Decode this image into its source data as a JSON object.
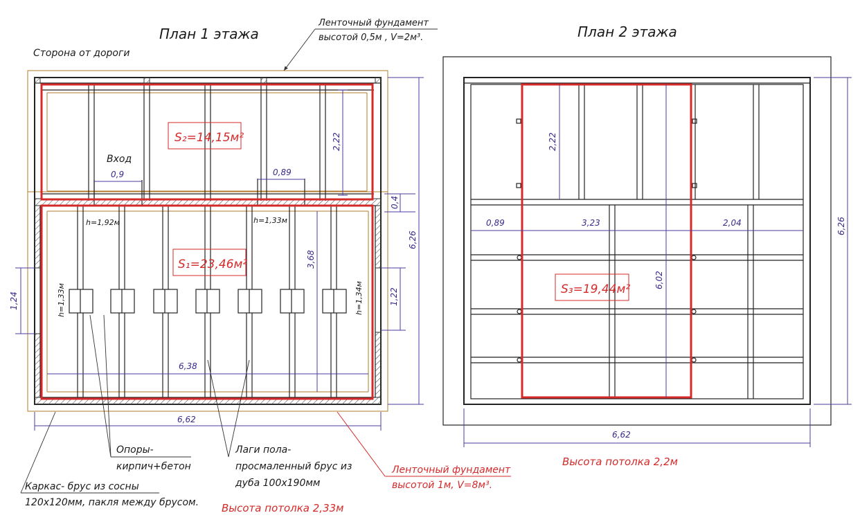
{
  "colors": {
    "ink": "#222222",
    "dimension": "#4b3aa0",
    "accent_red": "#d42a2a",
    "foundation_outline": "#b07a2a"
  },
  "plan1": {
    "title": "План 1 этажа",
    "road_side_label": "Сторона от дороги",
    "foundation_label_line1": "Ленточный фундамент",
    "foundation_label_line2": "высотой 0,5м , V=2м³.",
    "area_s2": "S₂=14,15м²",
    "area_s1": "S₁=23,46м²",
    "entrance_label": "Вход",
    "dims": {
      "entrance_width": "0,9",
      "opening_width": "0,89",
      "upper_depth": "2,22",
      "strip_width": "0,4",
      "overall_depth": "6,26",
      "lower_depth": "3,68",
      "left_wall": "1,24",
      "right_wall": "1,22",
      "inner_width": "6,38",
      "overall_width": "6,62"
    },
    "heights": {
      "h_left_top": "h=1,92м",
      "h_right_top": "h=1,33м",
      "h_left_side": "h=1,33м",
      "h_right_side": "h=1,34м"
    },
    "notes": {
      "supports_line1": "Опоры-",
      "supports_line2": "кирпич+бетон",
      "joists_line1": "Лаги пола-",
      "joists_line2": "просмаленный брус из",
      "joists_line3": "дуба 100х190мм",
      "frame_line1": "Каркас- брус из сосны",
      "frame_line2": "120х120мм, пакля между брусом.",
      "foundation2_line1": "Ленточный фундамент",
      "foundation2_line2": "высотой 1м, V=8м³.",
      "ceiling_height": "Высота потолка 2,33м"
    }
  },
  "plan2": {
    "title": "План 2 этажа",
    "area_s3": "S₃=19,44м²",
    "dims": {
      "upper_depth": "2,22",
      "left_offset": "0,89",
      "center_width": "3,23",
      "right_offset": "2,04",
      "room_depth": "6,02",
      "overall_depth": "6,26",
      "overall_width": "6,62"
    },
    "ceiling_height": "Высота потолка 2,2м"
  }
}
